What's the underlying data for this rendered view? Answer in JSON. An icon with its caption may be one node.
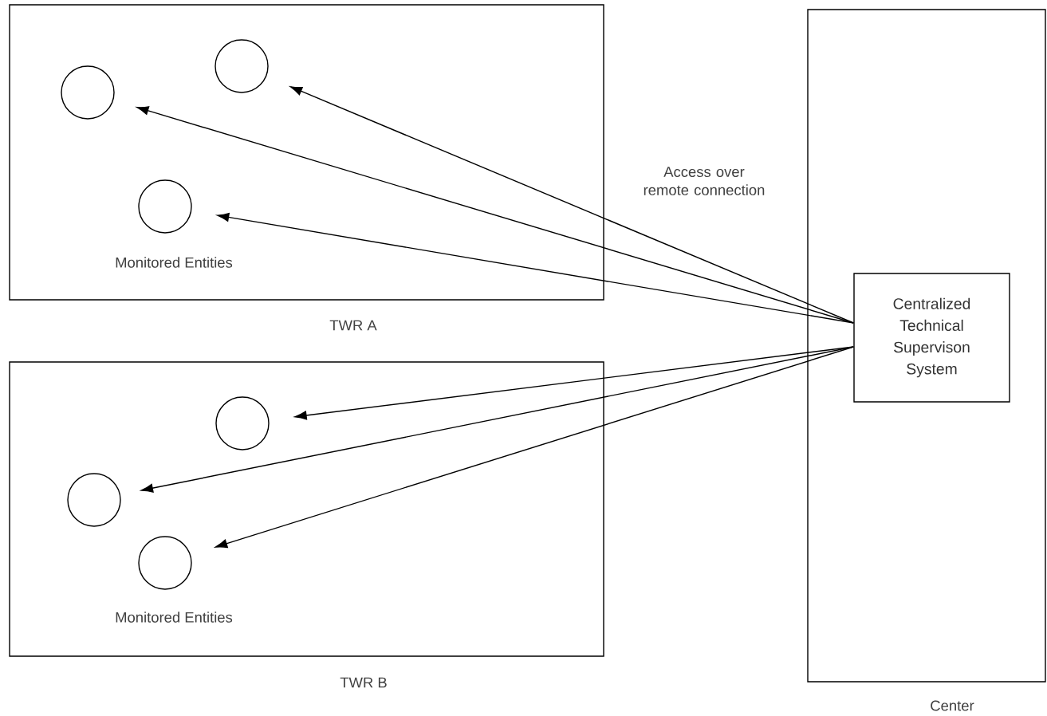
{
  "diagram": {
    "nodes": [
      {
        "text": [
          "TWR A"
        ]
      },
      {
        "text": [],
        "shape": "circle",
        "in": 0
      },
      {
        "text": [],
        "shape": "circle",
        "in": 0
      },
      {
        "text": [],
        "shape": "circle",
        "in": 0
      },
      {
        "text": [
          "TWR B"
        ]
      },
      {
        "text": [],
        "shape": "circle",
        "in": 4
      },
      {
        "text": [],
        "shape": "circle",
        "in": 4
      },
      {
        "text": [],
        "shape": "circle",
        "in": 4
      },
      {
        "text": [
          "Center"
        ]
      },
      {
        "text": [
          "Centralized Technical Supervison System"
        ],
        "in": 8
      }
    ],
    "edges": [
      {
        "from": 9,
        "to": 1,
        "arrow": "to"
      },
      {
        "from": 9,
        "to": 2,
        "arrow": "to"
      },
      {
        "from": 9,
        "to": 3,
        "arrow": "to"
      },
      {
        "from": 9,
        "to": 5,
        "arrow": "to"
      },
      {
        "from": 9,
        "to": 6,
        "arrow": "to"
      },
      {
        "from": 9,
        "to": 7,
        "arrow": "to"
      }
    ],
    "labels": [
      "Access over remote connection",
      "Monitored Entities",
      "Monitored Entities"
    ]
  }
}
